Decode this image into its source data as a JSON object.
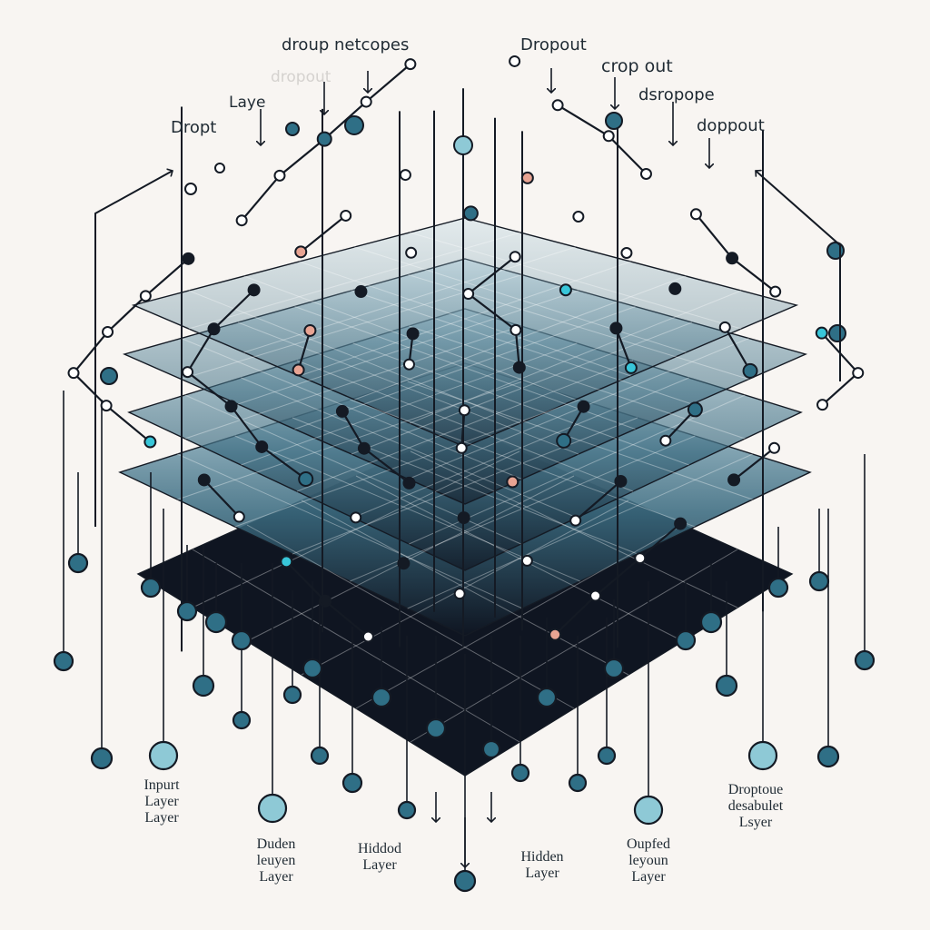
{
  "colors": {
    "background": "#f8f5f2",
    "ink": "#141a24",
    "node_teal": "#2f6f86",
    "node_light": "#8ec9d6",
    "node_cyan": "#38c6d9",
    "node_salmon": "#e8a493",
    "plane_dark": "#0f1521",
    "plane_mid": "#3b6b80",
    "plane_light": "#bcd7e2"
  },
  "labels": {
    "top_dropup": "droup netcopes",
    "top_dropout": "Dropout",
    "top_crop": "crop out",
    "top_ghost": "dropout",
    "top_layer": "Laye",
    "top_dropt": "Dropt",
    "top_dsropope": "dsropope",
    "top_doppout": "doppout",
    "bottom_input": "Inpurt\nLayer\nLayer",
    "bottom_duden": "Duden\nleuyen\nLayer",
    "bottom_hiddod": "Hiddod\nLayer",
    "bottom_hidden": "Hidden\nLayer",
    "bottom_oupfed": "Oupfed\nleyoun\nLayer",
    "bottom_droptoue": "Droptoue\ndesabulet\nLsyer"
  }
}
